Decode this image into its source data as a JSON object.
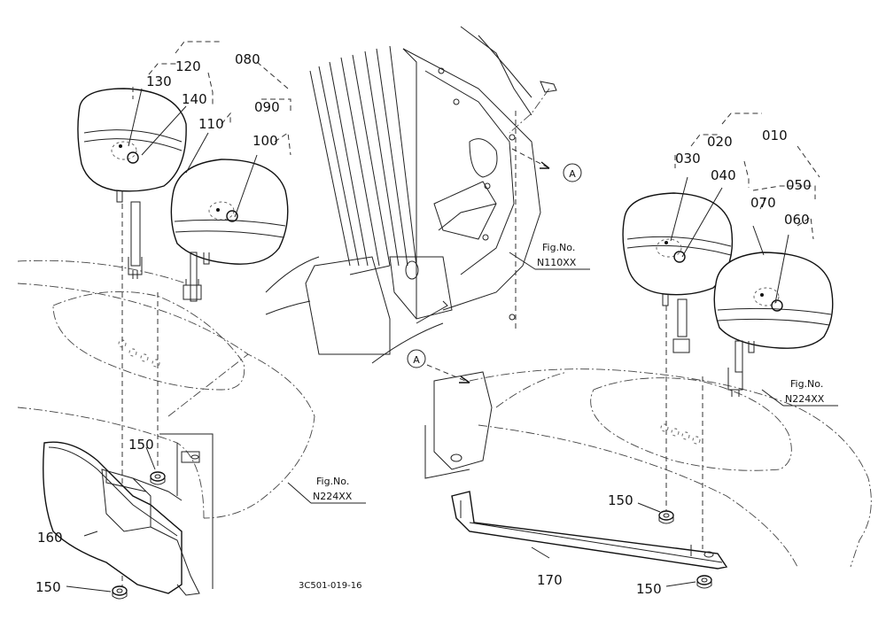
{
  "diagram": {
    "part_callouts": {
      "p010": "010",
      "p020": "020",
      "p030": "030",
      "p040": "040",
      "p050": "050",
      "p060": "060",
      "p070": "070",
      "p080": "080",
      "p090": "090",
      "p100": "100",
      "p110": "110",
      "p120": "120",
      "p130": "130",
      "p140": "140",
      "p150": "150",
      "p160": "160",
      "p170": "170"
    },
    "reference_marker": "A",
    "figure_refs": {
      "fig_no_label": "Fig.No.",
      "n110": "N110XX",
      "n224": "N224XX"
    },
    "drawing_code": "3C501-019-16"
  }
}
